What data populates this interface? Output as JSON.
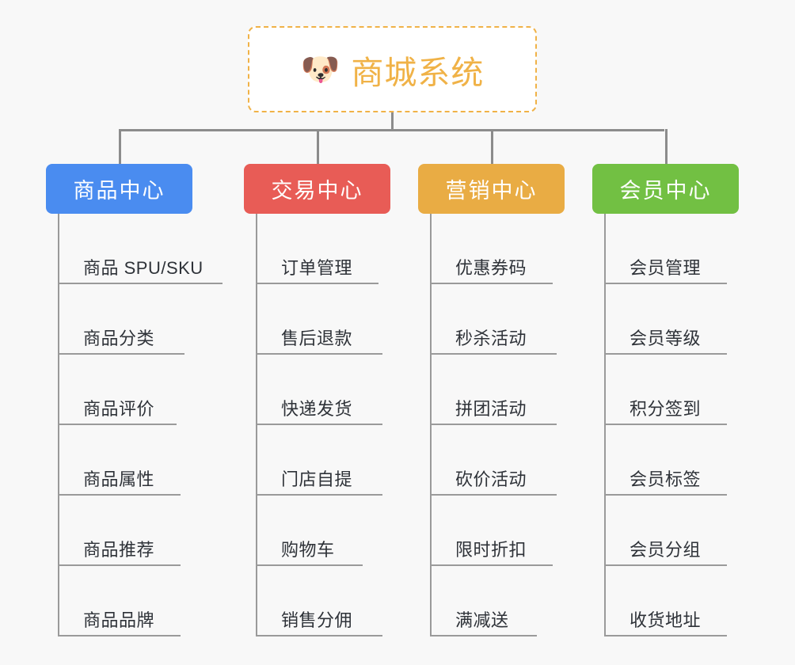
{
  "diagram": {
    "title": "商城系统",
    "root": {
      "icon": "dog-face-icon",
      "emoji": "🐶",
      "label": "商城系统",
      "accent_color": "#f0b247",
      "border_style": "dashed"
    },
    "line_color": "#8c8c8c",
    "background_color": "#f8f8f8",
    "branches": [
      {
        "label": "商品中心",
        "color": "#4a8cf0",
        "items": [
          "商品 SPU/SKU",
          "商品分类",
          "商品评价",
          "商品属性",
          "商品推荐",
          "商品品牌"
        ]
      },
      {
        "label": "交易中心",
        "color": "#e85c56",
        "items": [
          "订单管理",
          "售后退款",
          "快递发货",
          "门店自提",
          "购物车",
          "销售分佣"
        ]
      },
      {
        "label": "营销中心",
        "color": "#e9ac44",
        "items": [
          "优惠券码",
          "秒杀活动",
          "拼团活动",
          "砍价活动",
          "限时折扣",
          "满减送"
        ]
      },
      {
        "label": "会员中心",
        "color": "#72c043",
        "items": [
          "会员管理",
          "会员等级",
          "积分签到",
          "会员标签",
          "会员分组",
          "收货地址"
        ]
      }
    ]
  }
}
